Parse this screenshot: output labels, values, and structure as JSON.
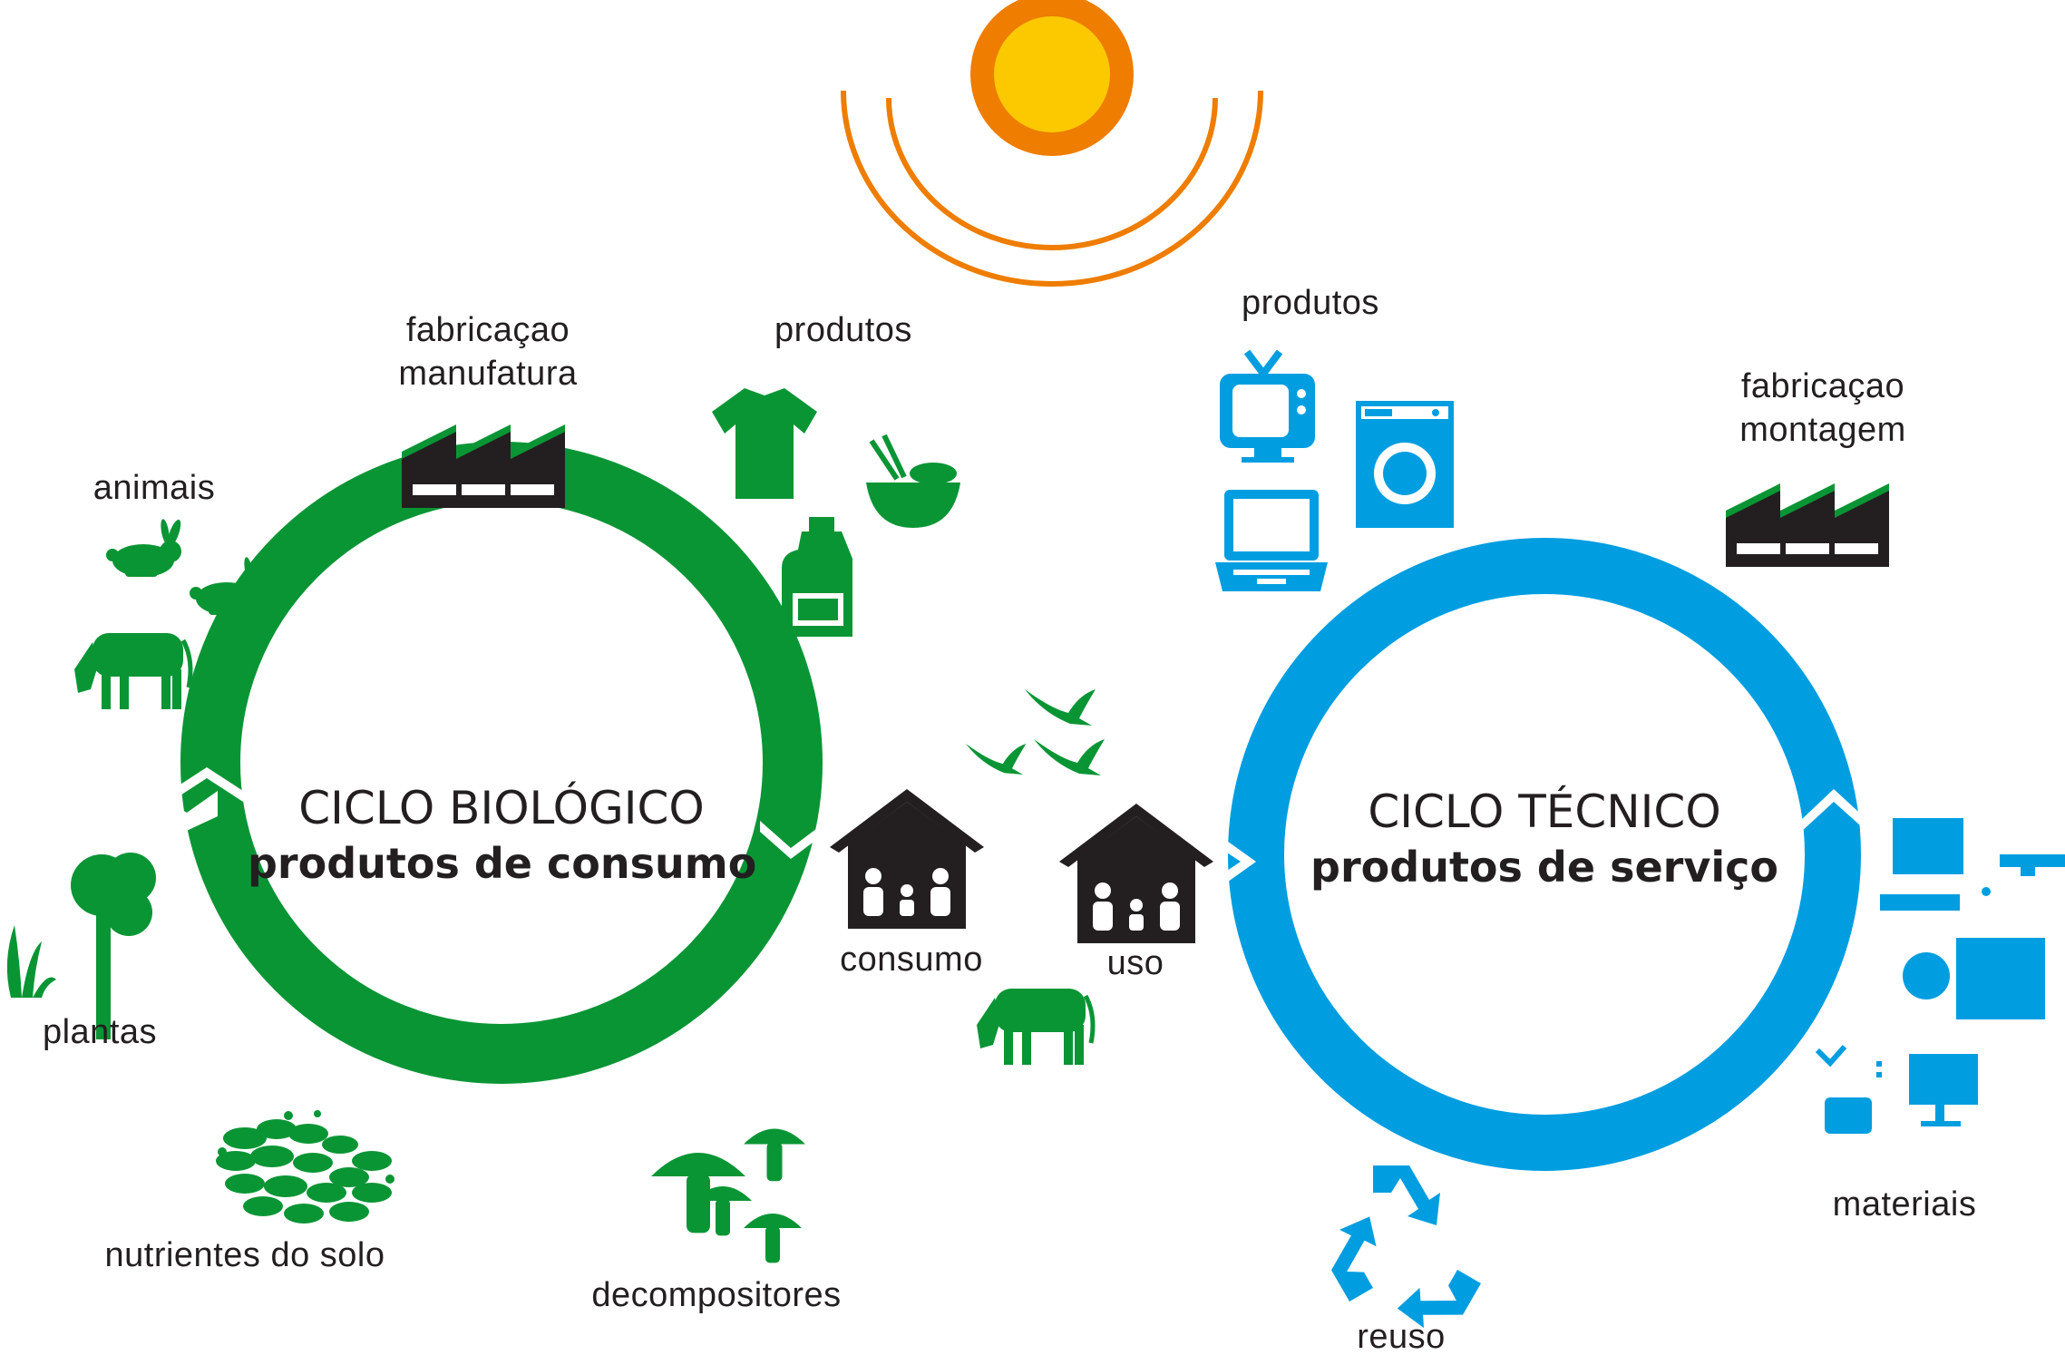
{
  "colors": {
    "bio": "#0a9535",
    "tech": "#009ee0",
    "sun_outer": "#ee7d00",
    "sun_inner": "#fcc900",
    "factory": "#231f20",
    "text": "#231f20"
  },
  "bio_cycle": {
    "title": "CICLO BIOLÓGICO",
    "subtitle": "produtos de consumo",
    "labels": {
      "manufacturing": [
        "fabricaçao",
        "manufatura"
      ],
      "products": "produtos",
      "animals": "animais",
      "plants": "plantas",
      "soil": "nutrientes do solo",
      "decomposers": "decompositores",
      "consumption": "consumo"
    }
  },
  "tech_cycle": {
    "title": "CICLO TÉCNICO",
    "subtitle": "produtos de serviço",
    "labels": {
      "products": "produtos",
      "manufacturing": [
        "fabricaçao",
        "montagem"
      ],
      "materials": "materiais",
      "reuse": "reuso",
      "use": "uso"
    }
  },
  "icons": {
    "sun": "sun-icon",
    "factory": "factory-icon",
    "tshirt": "tshirt-icon",
    "bowl": "food-bowl-icon",
    "bottle": "bottle-icon",
    "rabbit": "rabbit-icon",
    "cow": "cow-icon",
    "tree": "tree-icon",
    "grass": "grass-icon",
    "soil": "soil-nutrients-icon",
    "mushroom": "mushroom-icon",
    "house": "house-family-icon",
    "bird": "bird-icon",
    "tv": "tv-icon",
    "washer": "washing-machine-icon",
    "laptop": "laptop-icon",
    "recycle": "recycle-icon",
    "materials": "materials-parts-icon"
  }
}
